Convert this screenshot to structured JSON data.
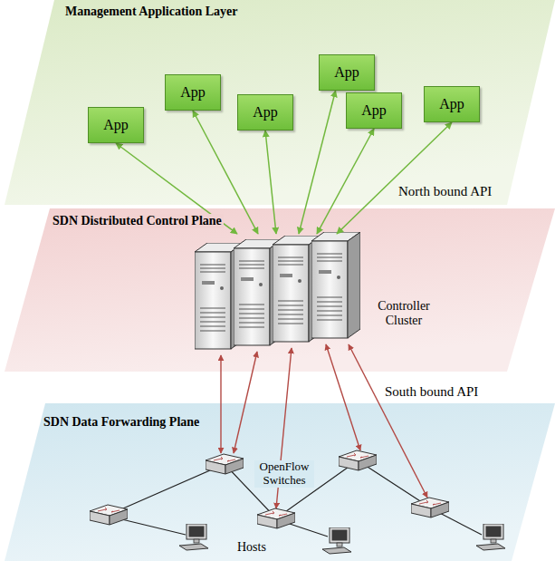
{
  "diagram": {
    "nodes": [
      {
        "text": [
          "Management Application Layer"
        ]
      },
      {
        "text": [
          "App"
        ],
        "in": 0
      },
      {
        "text": [
          "App"
        ],
        "in": 0
      },
      {
        "text": [
          "App"
        ],
        "in": 0
      },
      {
        "text": [
          "App"
        ],
        "in": 0
      },
      {
        "text": [
          "App"
        ],
        "in": 0
      },
      {
        "text": [
          "App"
        ],
        "in": 0
      },
      {
        "text": [
          "SDN Distributed Control Plane"
        ]
      },
      {
        "text": [
          "Controller Cluster"
        ],
        "in": 7
      },
      {
        "text": [
          "SDN Data Forwarding Plane"
        ]
      }
    ],
    "edges": [
      {
        "from": 1,
        "to": 8,
        "arrow": "both"
      },
      {
        "from": 2,
        "to": 8,
        "arrow": "both"
      },
      {
        "from": 3,
        "to": 8,
        "arrow": "both"
      },
      {
        "from": 4,
        "to": 8,
        "arrow": "both"
      },
      {
        "from": 5,
        "to": 8,
        "arrow": "both"
      },
      {
        "from": 6,
        "to": 8,
        "arrow": "both"
      }
    ],
    "labels": [
      "North bound API",
      "South bound API",
      "OpenFlow Switches",
      "Hosts"
    ]
  }
}
